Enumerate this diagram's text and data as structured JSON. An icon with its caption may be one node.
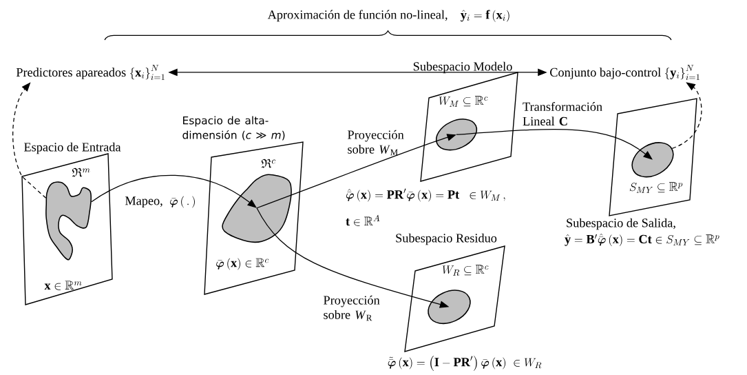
{
  "diagram": {
    "nodes": [
      {
        "text": [
          "Predictores apareados",
          "\\left\\{\\mathbf{x}_i\\right\\}_{i=1}^{N}"
        ]
      },
      {
        "text": [
          "Conjunto bajo-control",
          "\\left\\{\\mathbf{y}_i\\right\\}_{i=1}^{N}"
        ]
      },
      {
        "text": [
          "Espacio de Entrada",
          "\\mathfrak{R}^{m}",
          "\\mathbf{x}\\in\\mathbb{R}^{m}"
        ]
      },
      {
        "text": [],
        "shape": "blob",
        "in": 2
      },
      {
        "text": [
          "Espacio de alta-dimensión (*c* ≫ *m*)",
          "\\mathfrak{R}^{c}",
          "\\bar{\\boldsymbol{\\varphi}}\\left(\\mathbf{x}\\right)\\in\\mathbb{R}^{c}"
        ]
      },
      {
        "text": [],
        "shape": "blob",
        "in": 4
      },
      {
        "text": [
          "Subespacio Modelo",
          "W_M\\subseteq\\mathbb{R}^{c}"
        ],
        "beside": [
          "\\hat{\\bar{\\boldsymbol{\\varphi}}}\\left(\\mathbf{x}\\right)=\\mathbf{PR}'\\bar{\\boldsymbol{\\varphi}}\\left(\\mathbf{x}\\right)=\\mathbf{Pt}\\;\\;\\in W_M\\,,",
          "\\mathbf{t}\\in\\mathbb{R}^{A}"
        ]
      },
      {
        "text": [],
        "shape": "ellipse",
        "in": 6
      },
      {
        "text": [
          "Subespacio Residuo",
          "W_R\\subseteq\\mathbb{R}^{c}"
        ],
        "beside": [
          "\\tilde{\\bar{\\boldsymbol{\\varphi}}}\\left(\\mathbf{x}\\right)=\\left(\\mathbf{I}-\\mathbf{PR}'\\right)\\bar{\\boldsymbol{\\varphi}}\\left(\\mathbf{x}\\right)\\;\\in W_R"
        ]
      },
      {
        "text": [],
        "shape": "ellipse",
        "in": 8
      },
      {
        "text": [
          "S_{MY}\\subseteq\\mathbb{R}^{p}"
        ],
        "beside": [
          "Subespacio de Salida,",
          "\\hat{\\mathbf{y}}=\\mathbf{B}'\\hat{\\bar{\\boldsymbol{\\varphi}}}\\left(\\mathbf{x}\\right)=\\mathbf{Ct}\\in S_{MY}\\subseteq\\mathbb{R}^{p}"
        ]
      },
      {
        "text": [],
        "shape": "ellipse",
        "in": 10
      }
    ],
    "edges": [
      {
        "from": 0,
        "to": 1,
        "arrow": "both"
      },
      {
        "from": 3,
        "to": 0,
        "arrow": "to",
        "style": "dashed"
      },
      {
        "from": 11,
        "to": 1,
        "arrow": "to",
        "style": "dashed"
      },
      {
        "from": 3,
        "to": 5,
        "arrow": "to",
        "label": "\\text{Mapeo,}\\;\\;\\bar{\\boldsymbol{\\varphi}}\\left(\\,.\\,\\right)"
      },
      {
        "from": 5,
        "to": 7,
        "arrow": "to",
        "label": "Proyección sobre *W*$_{M}$"
      },
      {
        "from": 5,
        "to": 9,
        "arrow": "to",
        "label": "Proyección sobre *W*$_{R}$"
      },
      {
        "from": 7,
        "to": 11,
        "arrow": "to",
        "label": "Transformación Lineal **C**"
      }
    ],
    "labels": [
      "\\text{Aproximación de función no-lineal,}\\quad\\hat{\\mathbf{y}}_i=\\mathbf{f}\\left(\\mathbf{x}_i\\right)"
    ]
  }
}
